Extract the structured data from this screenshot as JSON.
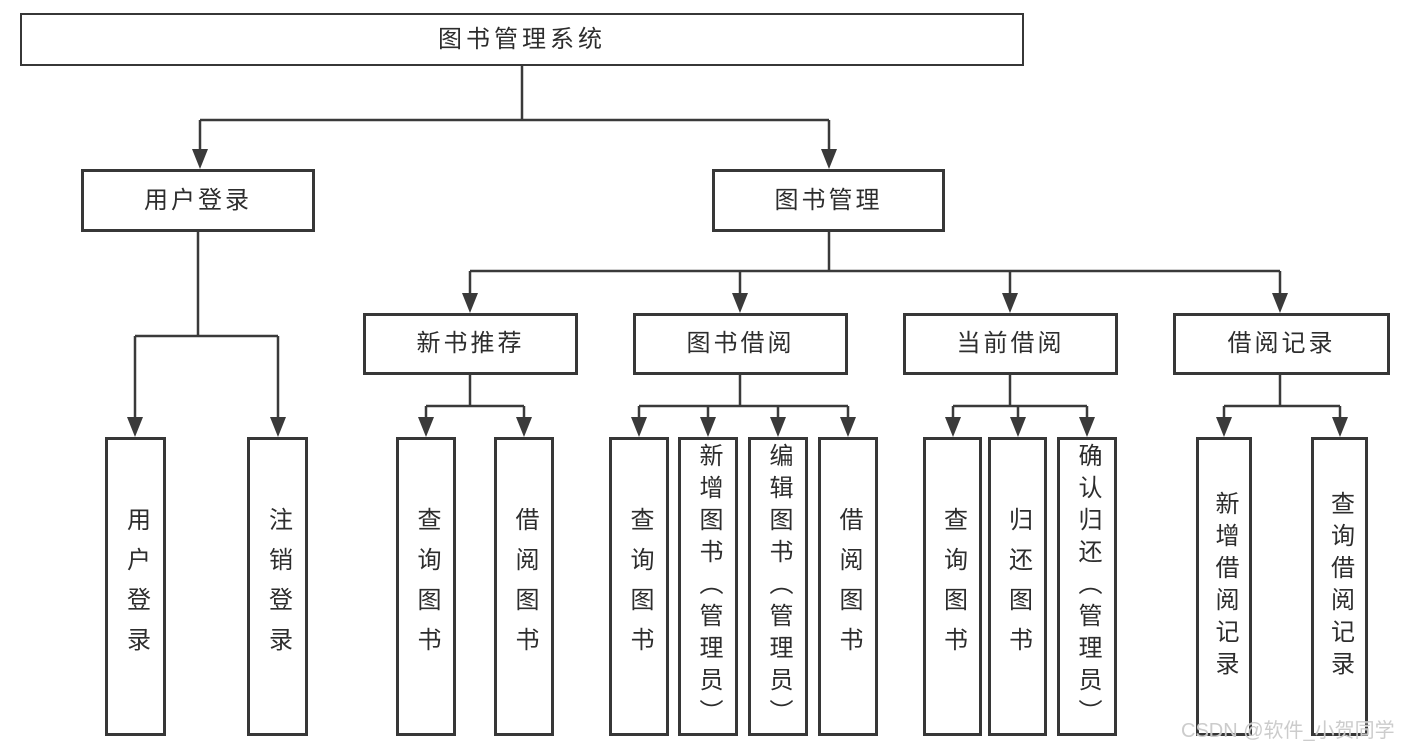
{
  "tree": {
    "root": "图书管理系统",
    "user_login": {
      "label": "用户登录",
      "children": [
        "用户登录",
        "注销登录"
      ]
    },
    "book_management": {
      "label": "图书管理",
      "modules": {
        "new_book": {
          "label": "新书推荐",
          "children": [
            "查询图书",
            "借阅图书"
          ]
        },
        "book_borrow": {
          "label": "图书借阅",
          "children": [
            "查询图书",
            "新增图书（管理员）",
            "编辑图书（管理员）",
            "借阅图书"
          ]
        },
        "current_borrow": {
          "label": "当前借阅",
          "children": [
            "查询图书",
            "归还图书",
            "确认归还（管理员）"
          ]
        },
        "borrow_record": {
          "label": "借阅记录",
          "children": [
            "新增借阅记录",
            "查询借阅记录"
          ]
        }
      }
    }
  },
  "watermark": "CSDN @软件_小贺同学",
  "colors": {
    "line": "#3a3a3a",
    "box_border": "#373737",
    "text": "#2d2d2d",
    "watermark": "#c9c9c9",
    "background": "#ffffff"
  }
}
